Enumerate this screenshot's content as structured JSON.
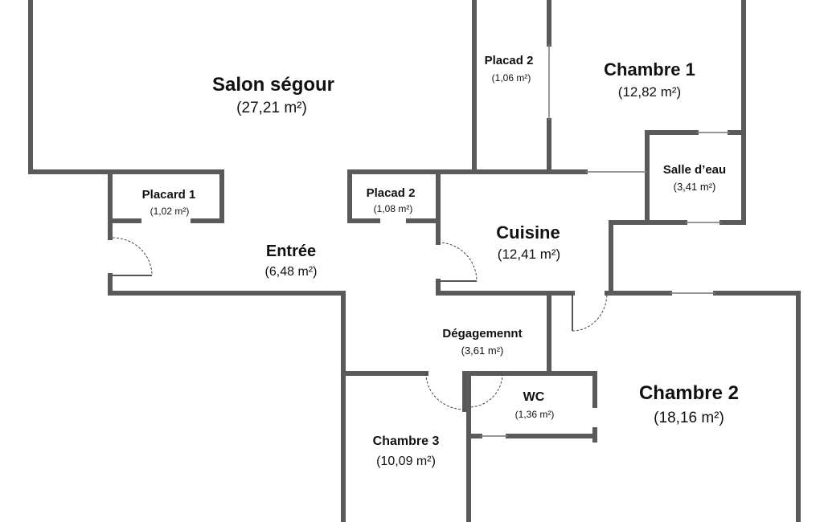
{
  "rooms": {
    "salon": {
      "name": "Salon ségour",
      "area": "(27,21 m²)"
    },
    "placad2_top": {
      "name": "Placad 2",
      "area": "(1,06 m²)"
    },
    "chambre1": {
      "name": "Chambre 1",
      "area": "(12,82 m²)"
    },
    "salle_eau": {
      "name": "Salle d’eau",
      "area": "(3,41 m²)"
    },
    "placard1": {
      "name": "Placard 1",
      "area": "(1,02 m²)"
    },
    "placad2_small": {
      "name": "Placad 2",
      "area": "(1,08 m²)"
    },
    "entree": {
      "name": "Entrée",
      "area": "(6,48 m²)"
    },
    "cuisine": {
      "name": "Cuisine",
      "area": "(12,41 m²)"
    },
    "degagement": {
      "name": "Dégagemennt",
      "area": "(3,61 m²)"
    },
    "wc": {
      "name": "WC",
      "area": "(1,36 m²)"
    },
    "chambre2": {
      "name": "Chambre 2",
      "area": "(18,16 m²)"
    },
    "chambre3": {
      "name": "Chambre 3",
      "area": "(10,09 m²)"
    }
  }
}
